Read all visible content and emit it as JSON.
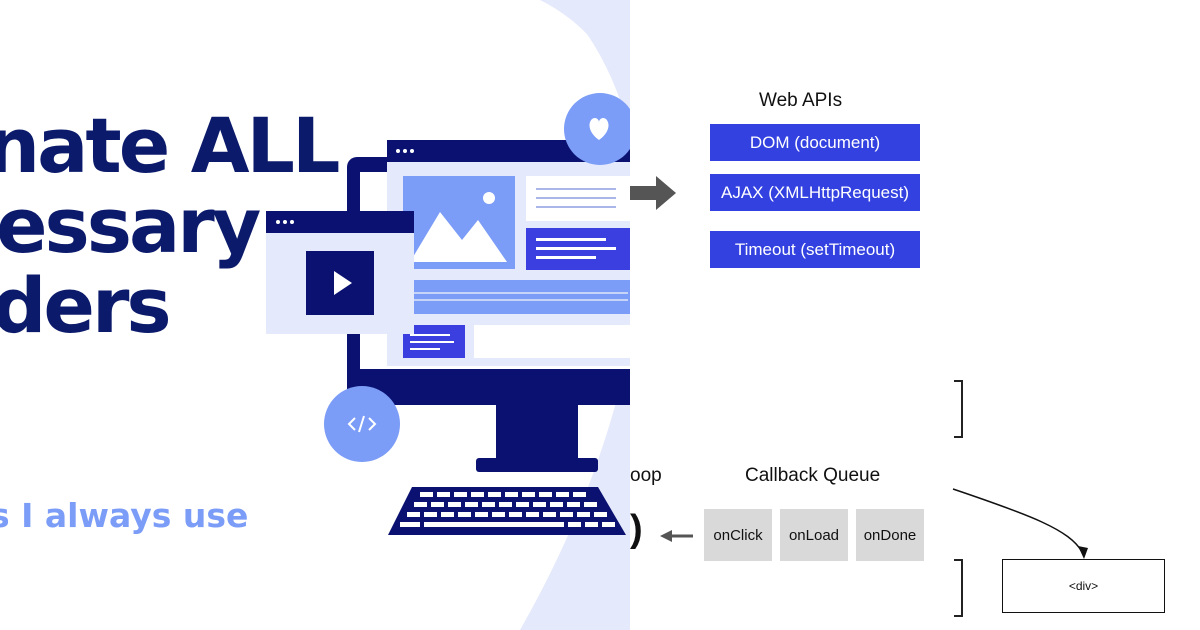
{
  "banner": {
    "headline_lines": [
      "nate ALL",
      "essary",
      "ders"
    ],
    "subline": "s I always use",
    "colors": {
      "headline": "#0b1a6b",
      "subline": "#7b9cf7",
      "accent": "#3b3fe0",
      "illustration_navy": "#0a1170",
      "illustration_blue": "#5b82f0",
      "illustration_light": "#e4e9fb"
    },
    "icons": {
      "heart": "heart-icon",
      "code": "code-icon",
      "play": "play-icon"
    }
  },
  "diagram": {
    "web_apis_title": "Web APIs",
    "web_apis": [
      "DOM (document)",
      "AJAX (XMLHttpRequest)",
      "Timeout (setTimeout)"
    ],
    "event_loop_fragment": "oop",
    "loop_symbol_fragment": ")",
    "callback_queue_title": "Callback Queue",
    "callbacks": [
      "onClick",
      "onLoad",
      "onDone"
    ],
    "div_box": "<div>",
    "colors": {
      "api_box": "#3341e0",
      "callback_box": "#d9d9d9",
      "arrow": "#555555"
    }
  }
}
